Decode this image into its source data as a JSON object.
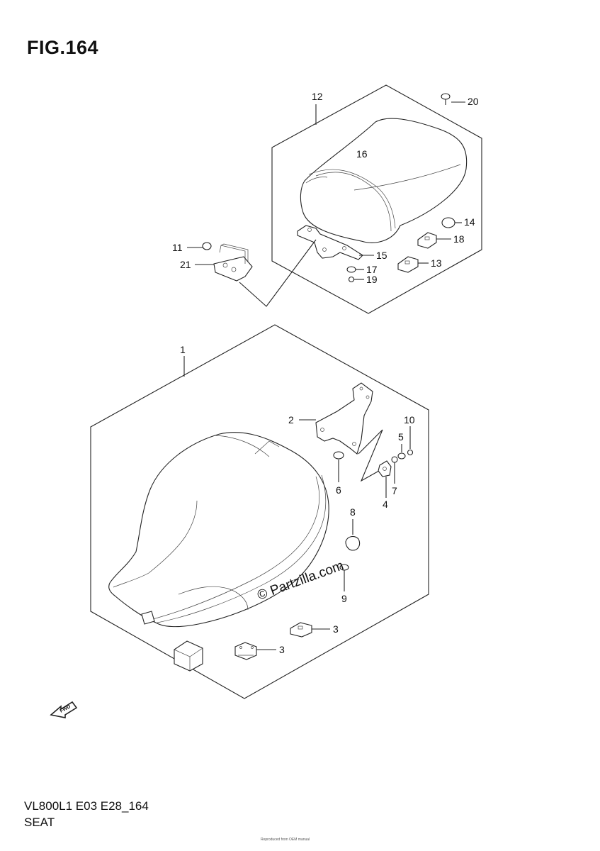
{
  "figure": {
    "title": "FIG.164",
    "model_code": "VL800L1 E03 E28_164",
    "section_name": "SEAT",
    "watermark": "© Partzilla.com",
    "fine_print": "Reproduced from OEM manual"
  },
  "callouts": {
    "c1": "1",
    "c2": "2",
    "c3a": "3",
    "c3b": "3",
    "c4": "4",
    "c5": "5",
    "c6": "6",
    "c7": "7",
    "c8": "8",
    "c9": "9",
    "c10": "10",
    "c11": "11",
    "c12": "12",
    "c13": "13",
    "c14": "14",
    "c15": "15",
    "c16": "16",
    "c17": "17",
    "c18": "18",
    "c19": "19",
    "c20": "20",
    "c21": "21"
  },
  "icons": {
    "fwd_arrow": "fwd-arrow-icon"
  }
}
